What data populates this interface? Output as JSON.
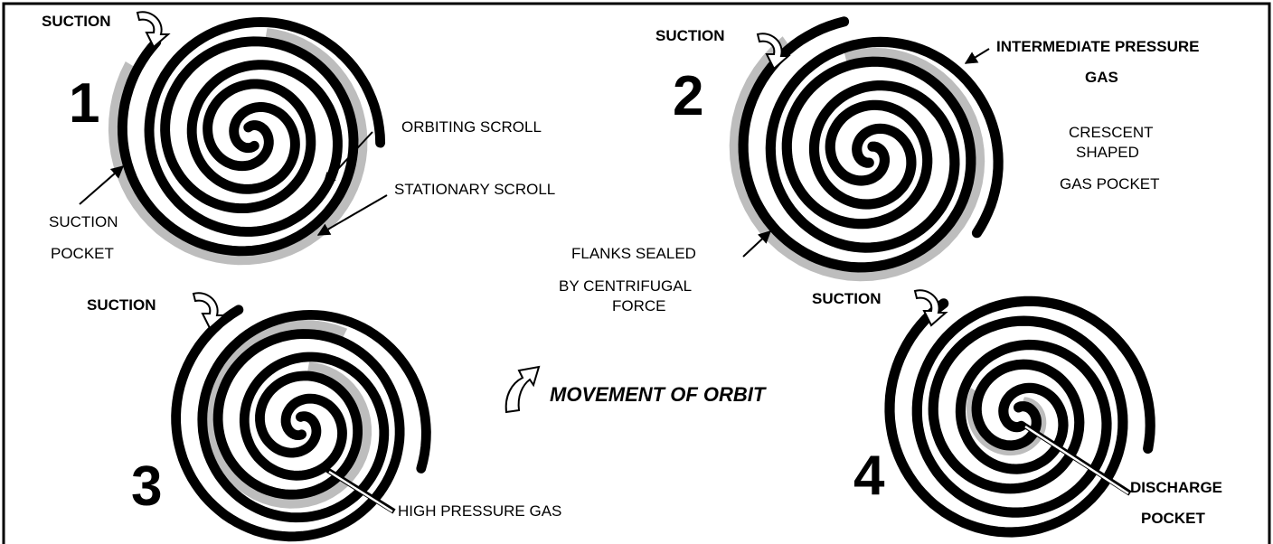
{
  "stages": [
    {
      "number": "1",
      "suction": "SUCTION"
    },
    {
      "number": "2",
      "suction": "SUCTION"
    },
    {
      "number": "3",
      "suction": "SUCTION"
    },
    {
      "number": "4",
      "suction": "SUCTION"
    }
  ],
  "labels": {
    "orbiting_scroll": "ORBITING SCROLL",
    "stationary_scroll": "STATIONARY SCROLL",
    "suction_pocket_1": "SUCTION",
    "suction_pocket_2": "POCKET",
    "intermediate_1": "INTERMEDIATE PRESSURE",
    "intermediate_2": "GAS",
    "crescent_1": "CRESCENT",
    "crescent_2": "SHAPED",
    "crescent_3": "GAS POCKET",
    "flanks_1": "FLANKS SEALED",
    "flanks_2": "BY CENTRIFUGAL",
    "flanks_3": "FORCE",
    "movement": "MOVEMENT OF ORBIT",
    "high_pressure": "HIGH PRESSURE GAS",
    "discharge_1": "DISCHARGE",
    "discharge_2": "POCKET"
  },
  "colors": {
    "ink": "#000000",
    "gas": "#bdbdbd",
    "paper": "#ffffff"
  }
}
